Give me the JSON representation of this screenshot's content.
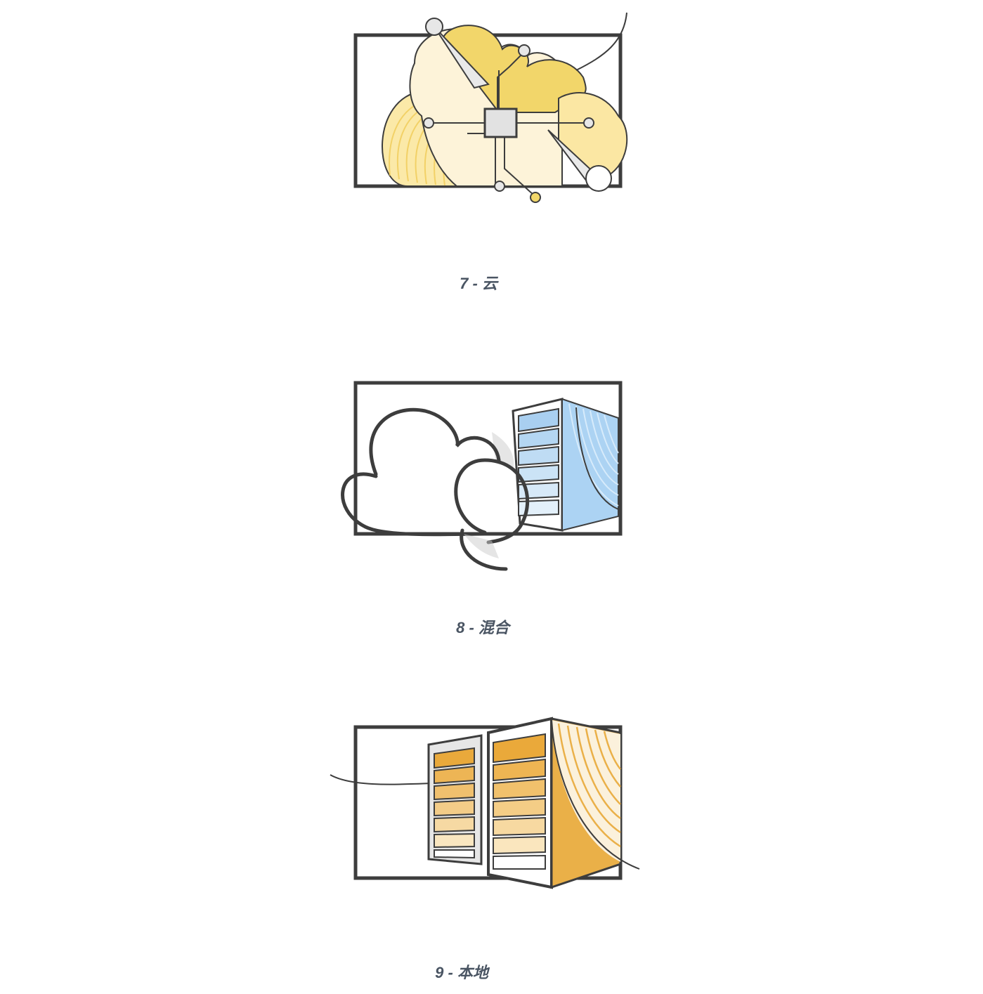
{
  "items": [
    {
      "number": "7 - ",
      "label": "云",
      "icon": "cloud-chip-icon",
      "colors": {
        "primary": "#f2d76a",
        "light": "#fdf3d6",
        "stroke": "#3d3d3d"
      }
    },
    {
      "number": "8 - ",
      "label": "混合",
      "icon": "hybrid-cloud-server-icon",
      "colors": {
        "primary": "#a9d1f1",
        "light": "#e6f2fc",
        "stroke": "#3d3d3d"
      }
    },
    {
      "number": "9 - ",
      "label": "本地",
      "icon": "on-premise-servers-icon",
      "colors": {
        "primary": "#eab14a",
        "light": "#f9e6c4",
        "stroke": "#3d3d3d"
      }
    }
  ]
}
